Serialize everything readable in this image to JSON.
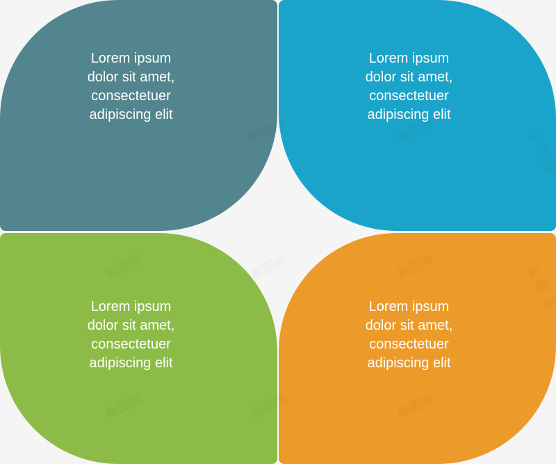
{
  "quadrants": {
    "top_left": {
      "text": "Lorem ipsum\ndolor sit amet,\nconsectetuer\nadipiscing elit",
      "color": "#52858d"
    },
    "top_right": {
      "text": "Lorem ipsum\ndolor sit amet,\nconsectetuer\nadipiscing elit",
      "color": "#1ba4c9"
    },
    "bottom_left": {
      "text": "Lorem ipsum\ndolor sit amet,\nconsectetuer\nadipiscing elit",
      "color": "#8cbc47"
    },
    "bottom_right": {
      "text": "Lorem ipsum\ndolor sit amet,\nconsectetuer\nadipiscing elit",
      "color": "#ec9a2a"
    }
  },
  "background_color": "#f5f5f5",
  "watermark": "新图网"
}
